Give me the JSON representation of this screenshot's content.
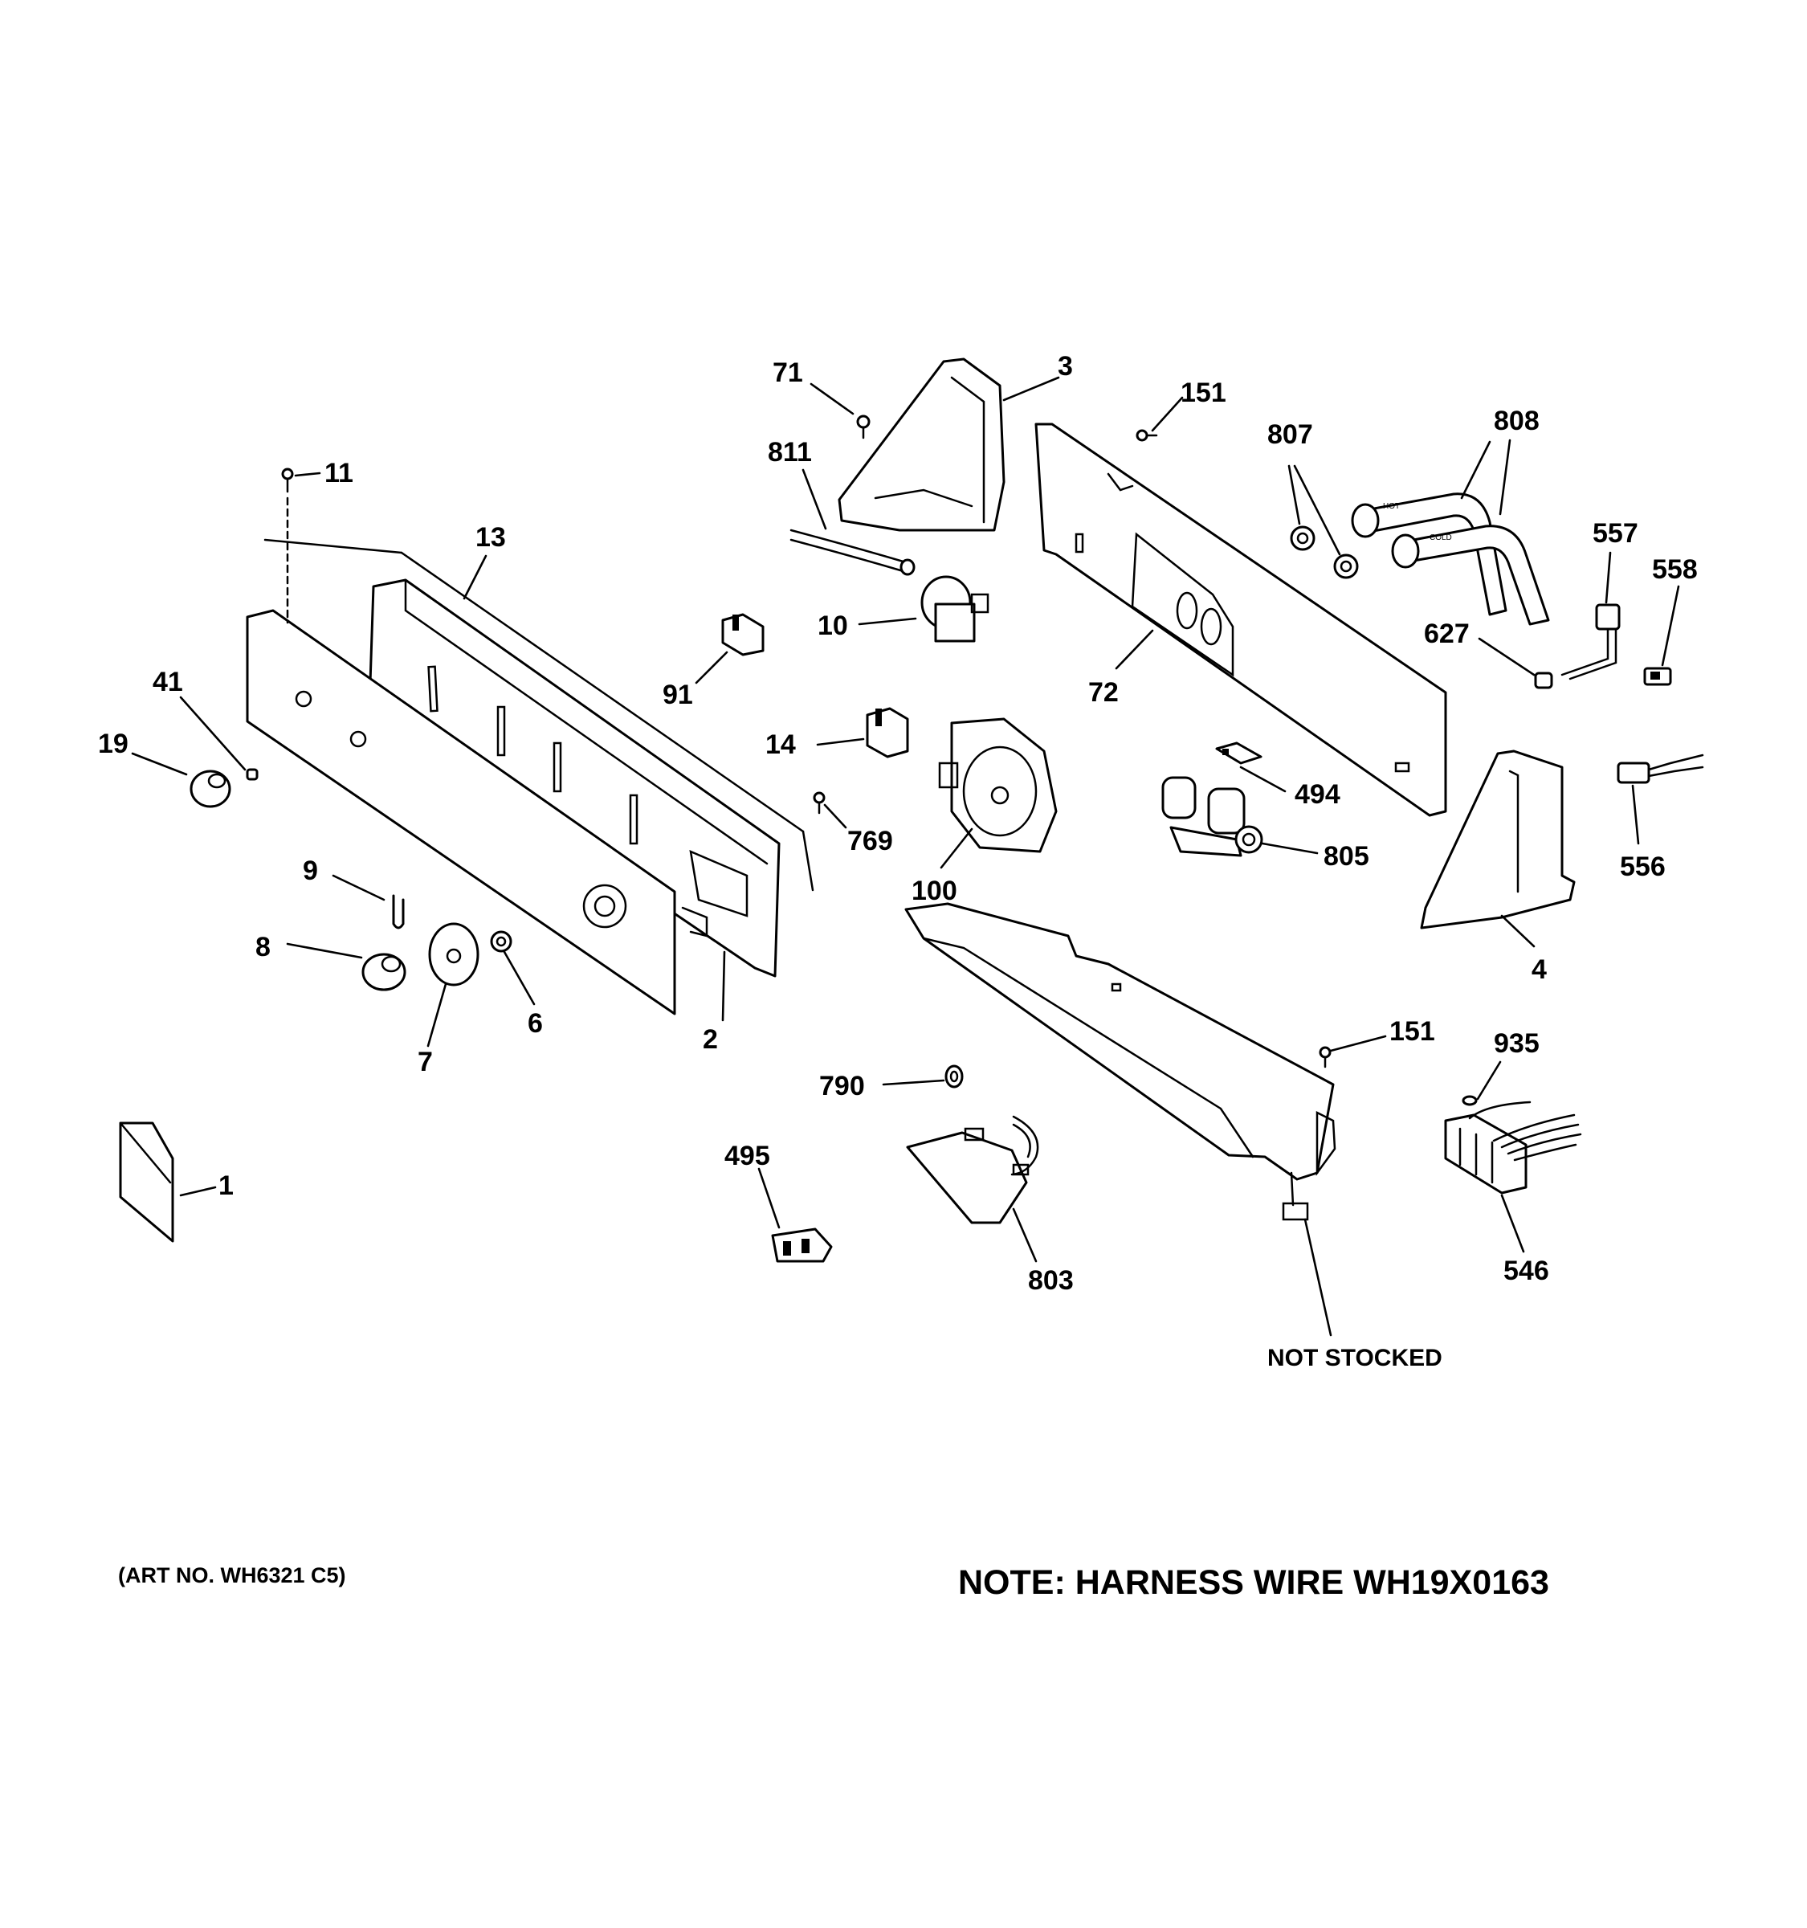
{
  "diagram": {
    "callouts": [
      "71",
      "3",
      "151",
      "811",
      "807",
      "808",
      "11",
      "13",
      "10",
      "557",
      "558",
      "91",
      "72",
      "627",
      "41",
      "19",
      "14",
      "494",
      "769",
      "805",
      "100",
      "556",
      "9",
      "4",
      "8",
      "6",
      "7",
      "2",
      "151",
      "935",
      "790",
      "495",
      "1",
      "803",
      "546"
    ],
    "not_stocked_label": "NOT STOCKED",
    "art_number": "(ART NO. WH6321 C5)",
    "note": "NOTE: HARNESS WIRE WH19X0163",
    "hose_hot_label": "HOT",
    "hose_cold_label": "COLD"
  },
  "colors": {
    "ink": "#000000",
    "paper": "#ffffff"
  }
}
